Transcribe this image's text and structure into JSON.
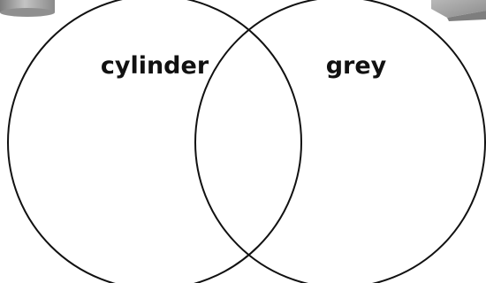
{
  "venn": {
    "sets": [
      {
        "label": "cylinder"
      },
      {
        "label": "grey"
      }
    ],
    "colors": {
      "circle_stroke": "#111111",
      "shape_fill": "#9e9e9e",
      "background": "#ffffff"
    },
    "decorations": [
      "cylinder-shape",
      "grey-cube-shape"
    ]
  }
}
